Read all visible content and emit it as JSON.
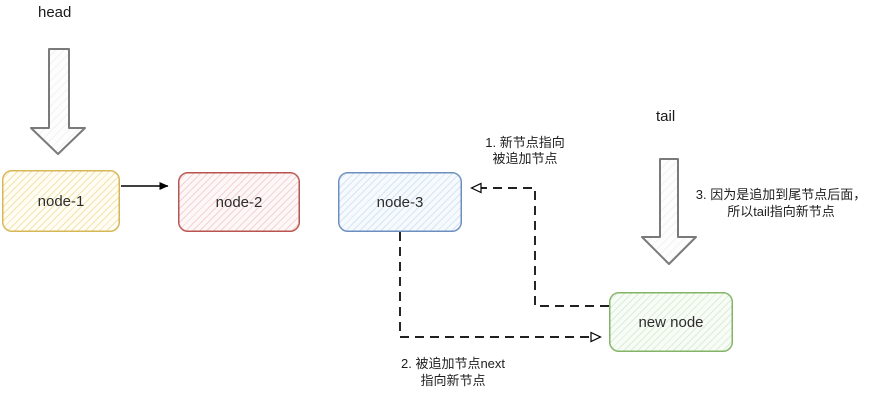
{
  "diagram": {
    "background": "#ffffff",
    "pointer_labels": {
      "head": "head",
      "tail": "tail"
    },
    "nodes": [
      {
        "id": "node-1",
        "label": "node-1",
        "border": "#d6b656",
        "hatch": "#f1e3ae",
        "fill": "#fffdf4"
      },
      {
        "id": "node-2",
        "label": "node-2",
        "border": "#b85450",
        "hatch": "#f3d3d1",
        "fill": "#fdf7f7"
      },
      {
        "id": "node-3",
        "label": "node-3",
        "border": "#6c8ebf",
        "hatch": "#d6e4f5",
        "fill": "#f7fafd"
      },
      {
        "id": "new-node",
        "label": "new node",
        "border": "#82b366",
        "hatch": "#dcedd6",
        "fill": "#f8fcf7"
      }
    ],
    "edges": [
      {
        "from": "node-1",
        "to": "node-2",
        "style": "solid"
      },
      {
        "from": "new-node",
        "to": "node-3",
        "style": "dashed"
      },
      {
        "from": "node-3",
        "to": "new-node",
        "style": "dashed"
      }
    ],
    "annotations": [
      {
        "step": "1",
        "lines": [
          "1. 新节点指向",
          "被追加节点"
        ]
      },
      {
        "step": "2",
        "lines": [
          "2. 被追加节点next",
          "指向新节点"
        ]
      },
      {
        "step": "3",
        "lines": [
          "3. 因为是追加到尾节点后面，",
          "所以tail指向新节点"
        ]
      }
    ],
    "colors": {
      "connector": "#000000",
      "big_arrow_outline": "#7a7a7a",
      "big_arrow_fill": "#fdfdfd"
    }
  }
}
